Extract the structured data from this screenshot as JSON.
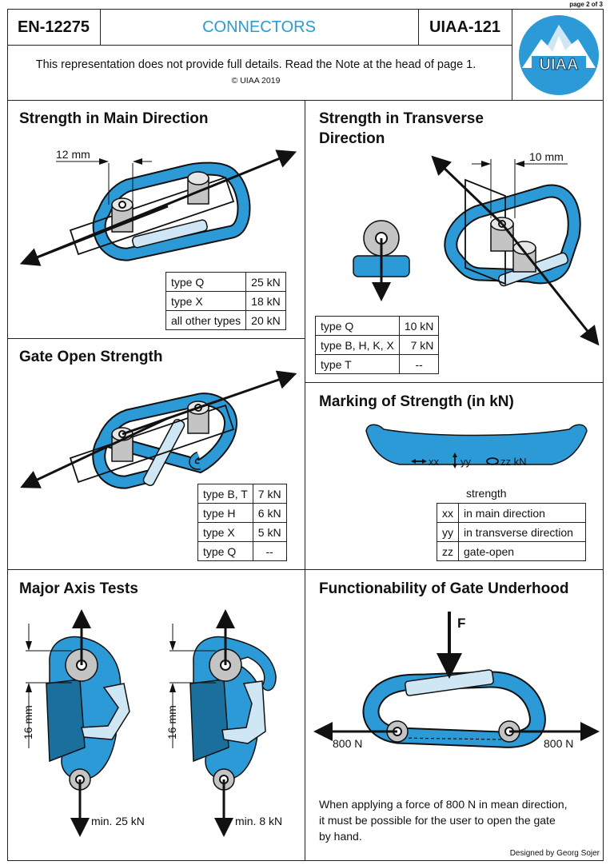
{
  "page_indicator": "page 2 of 3",
  "header": {
    "standard": "EN-12275",
    "category": "CONNECTORS",
    "uiaa_standard": "UIAA-121",
    "logo_text": "UIAA",
    "notice": "This representation does not provide full details. Read the Note at the head of page 1.",
    "copyright": "© UIAA 2019"
  },
  "colors": {
    "blue": "#2b9ad6",
    "light_blue": "#cfe6f5",
    "dark_blue": "#1a6f9c",
    "grey": "#c4c4c4"
  },
  "main_direction": {
    "title": "Strength in Main Direction",
    "dimension": "12 mm",
    "rows": [
      {
        "type": "type Q",
        "value": "25 kN"
      },
      {
        "type": "type X",
        "value": "18 kN"
      },
      {
        "type": "all other types",
        "value": "20 kN"
      }
    ]
  },
  "transverse": {
    "title_line1": "Strength in Transverse",
    "title_line2": "Direction",
    "dimension": "10 mm",
    "rows": [
      {
        "type": "type Q",
        "value": "10 kN"
      },
      {
        "type": "type B, H, K, X",
        "value": "7 kN"
      },
      {
        "type": "type T",
        "value": "--"
      }
    ]
  },
  "gate_open": {
    "title": "Gate Open Strength",
    "rows": [
      {
        "type": "type B, T",
        "value": "7 kN"
      },
      {
        "type": "type H",
        "value": "6 kN"
      },
      {
        "type": "type X",
        "value": "5 kN"
      },
      {
        "type": "type Q",
        "value": "--"
      }
    ]
  },
  "marking": {
    "title": "Marking of Strength (in kN)",
    "mark_xx": "xx",
    "mark_yy": "yy",
    "mark_zz": "zz kN",
    "legend_header": "strength",
    "rows": [
      {
        "code": "xx",
        "meaning": "in main direction"
      },
      {
        "code": "yy",
        "meaning": "in transverse direction"
      },
      {
        "code": "zz",
        "meaning": "gate-open"
      }
    ]
  },
  "major_axis": {
    "title": "Major Axis Tests",
    "dimension_left": "16 mm",
    "dimension_right": "16 mm",
    "label_left": "min. 25 kN",
    "label_right": "min. 8 kN"
  },
  "underhood": {
    "title": "Functionability of Gate Underhood",
    "force_label": "F",
    "left_force": "800 N",
    "right_force": "800 N",
    "caption_line1": "When applying a force of 800 N in mean direction,",
    "caption_line2": "it must be possible for the user to open the gate",
    "caption_line3": "by hand."
  },
  "footer": {
    "designer": "Designed by Georg Sojer"
  }
}
